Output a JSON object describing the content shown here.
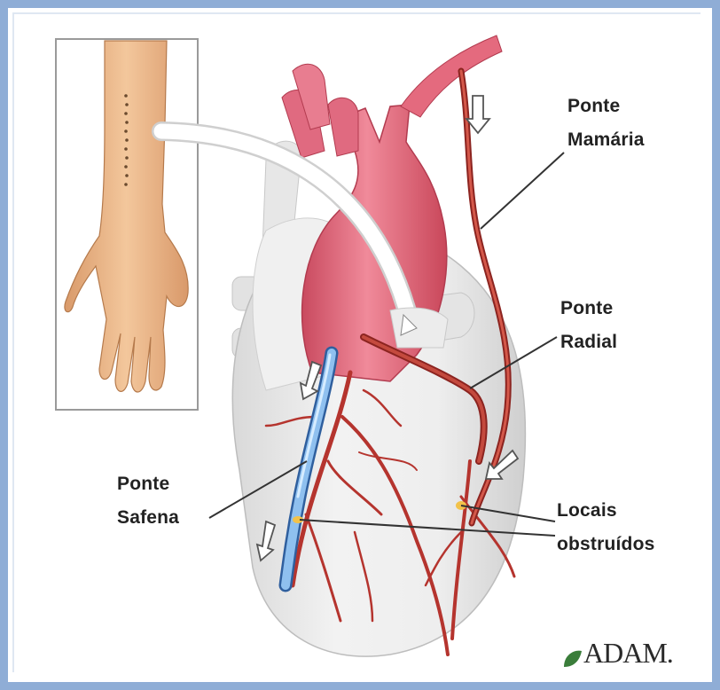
{
  "labels": {
    "mamaria_line1": "Ponte",
    "mamaria_line2": "Mamária",
    "radial_line1": "Ponte",
    "radial_line2": "Radial",
    "safena_line1": "Ponte",
    "safena_line2": "Safena",
    "obstruidos_line1": "Locais",
    "obstruidos_line2": "obstruídos"
  },
  "logo": {
    "text": "ADAM."
  },
  "colors": {
    "frame": "#8fadd6",
    "heart": "#ededed",
    "aorta": "#e46a7e",
    "artery": "#b5342e",
    "vein_graft": "#6fa7e0",
    "skin": "#eab889",
    "label_text": "#222222"
  }
}
